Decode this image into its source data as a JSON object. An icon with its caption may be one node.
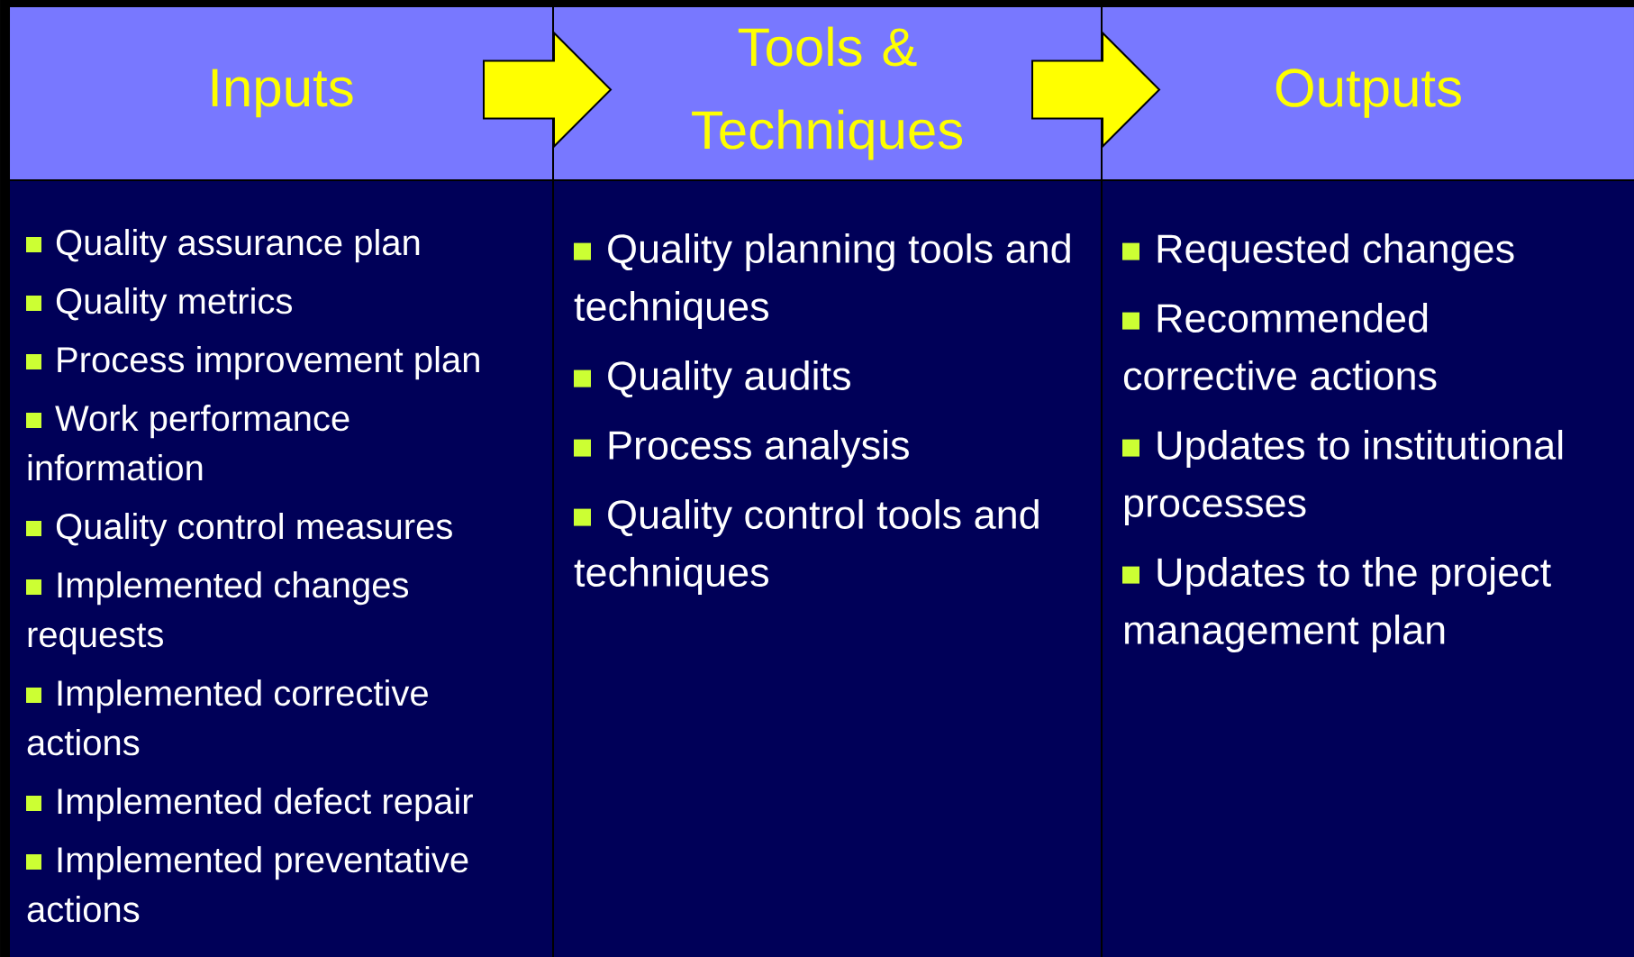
{
  "diagram": {
    "nodes": [
      {
        "text": [
          "Inputs"
        ]
      },
      {
        "text": [
          "Tools & Techniques"
        ]
      },
      {
        "text": [
          "Outputs"
        ]
      },
      {
        "text": [
          "Quality assurance plan",
          "Quality metrics",
          "Process improvement plan",
          "Work performance information",
          "Quality control measures",
          "Implemented changes requests",
          "Implemented corrective actions",
          "Implemented defect repair",
          "Implemented preventative actions"
        ]
      },
      {
        "text": [
          "Quality planning tools and techniques",
          "Quality audits",
          "Process analysis",
          "Quality control tools and techniques"
        ]
      },
      {
        "text": [
          "Requested changes",
          "Recommended corrective actions",
          "Updates to institutional processes",
          "Updates to the project management plan"
        ]
      }
    ],
    "edges": [
      {
        "from": 0,
        "to": 1,
        "arrow": "to"
      },
      {
        "from": 1,
        "to": 2,
        "arrow": "to"
      }
    ]
  }
}
